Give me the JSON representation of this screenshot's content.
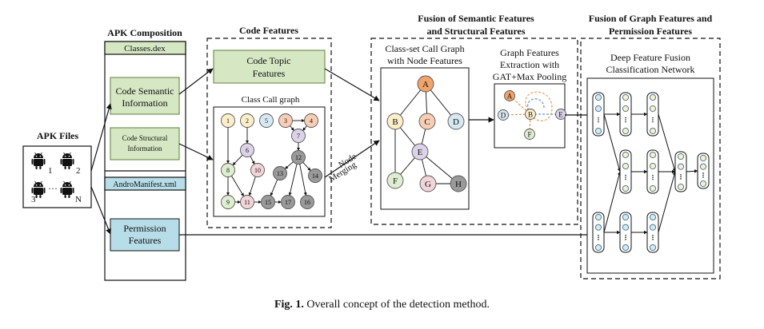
{
  "apk_files": {
    "title": "APK Files",
    "labels": [
      "1",
      "2",
      "3",
      "N"
    ],
    "ellipsis": "···"
  },
  "apk_composition": {
    "title": "APK Composition",
    "classes_dex": "Classes.dex",
    "code_semantic": [
      "Code Semantic",
      "Information"
    ],
    "code_structural": [
      "Code Structural",
      "Information"
    ],
    "manifest": "AndroManifest.xml",
    "permission": [
      "Permission",
      "Features"
    ]
  },
  "code_features": {
    "title": "Code Features",
    "topic": [
      "Code Topic",
      "Features"
    ],
    "call_graph_title": "Class Call graph",
    "node_labels": [
      "1",
      "2",
      "3",
      "4",
      "5",
      "6",
      "7",
      "8",
      "9",
      "10",
      "11",
      "12",
      "13",
      "14",
      "15",
      "16",
      "17"
    ]
  },
  "node_merging": [
    "Node",
    "Merging"
  ],
  "fusion_semantic": {
    "title": [
      "Fusion of Semantic Features",
      "and Structural Features"
    ],
    "class_set_title": [
      "Class-set Call Graph",
      "with Node Features"
    ],
    "nodes": [
      "A",
      "B",
      "C",
      "D",
      "E",
      "F",
      "G",
      "H"
    ],
    "gat_title": [
      "Graph Features",
      "Extraction with",
      "GAT+Max Pooling"
    ],
    "gat_nodes": [
      "A",
      "B",
      "D",
      "E",
      "F"
    ]
  },
  "fusion_graph": {
    "title": [
      "Fusion of Graph Features and",
      "Permission Features"
    ],
    "network_title": [
      "Deep Feature Fusion",
      "Classification Network"
    ]
  },
  "caption": {
    "prefix": "Fig. 1.",
    "text": "Overall concept of the detection method."
  },
  "colors": {
    "green_fill": "#d6e7c3",
    "green_border": "#5e7f3a",
    "blue_fill": "#b7dde8",
    "node_yellow": "#fbeec8",
    "node_orange": "#f0a36b",
    "node_peach": "#f7cdb3",
    "node_pink": "#f2d5d8",
    "node_lavender": "#ddd3e8",
    "node_blue": "#d6e9f2",
    "node_green": "#dfeed0",
    "node_gray": "#9a9a9a"
  }
}
